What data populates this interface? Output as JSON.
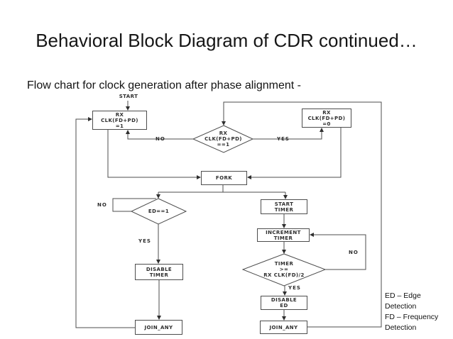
{
  "slide": {
    "title": "Behavioral Block Diagram of CDR continued…",
    "subtitle": "Flow chart for clock generation after phase alignment -"
  },
  "flowchart": {
    "start_label": "START",
    "nodes": {
      "set_clk_1": "RX\nCLK(FD+PD)\n=1",
      "check_clk": "RX\nCLK(FD+PD)\n==1",
      "set_clk_0": "RX\nCLK(FD+PD)\n=0",
      "fork": "FORK",
      "check_ed": "ED==1",
      "disable_timer": "DISABLE\nTIMER",
      "join_any_left": "JOIN_ANY",
      "start_timer": "START\nTIMER",
      "increment_timer": "INCREMENT\nTIMER",
      "check_timer": "TIMER\n>=\nRX CLK(FD)/2",
      "disable_ed": "DISABLE\nED",
      "join_any_right": "JOIN_ANY"
    },
    "edge_labels": {
      "no_check_clk": "NO",
      "yes_check_clk": "YES",
      "no_check_ed": "NO",
      "yes_check_ed": "YES",
      "no_check_timer": "NO",
      "yes_check_timer": "YES"
    }
  },
  "legend": {
    "lines": [
      "ED – Edge Detection",
      "FD – Frequency Detection"
    ]
  },
  "colors": {
    "line": "#4d4d4d",
    "title_text": "#161616",
    "background": "#ffffff"
  }
}
